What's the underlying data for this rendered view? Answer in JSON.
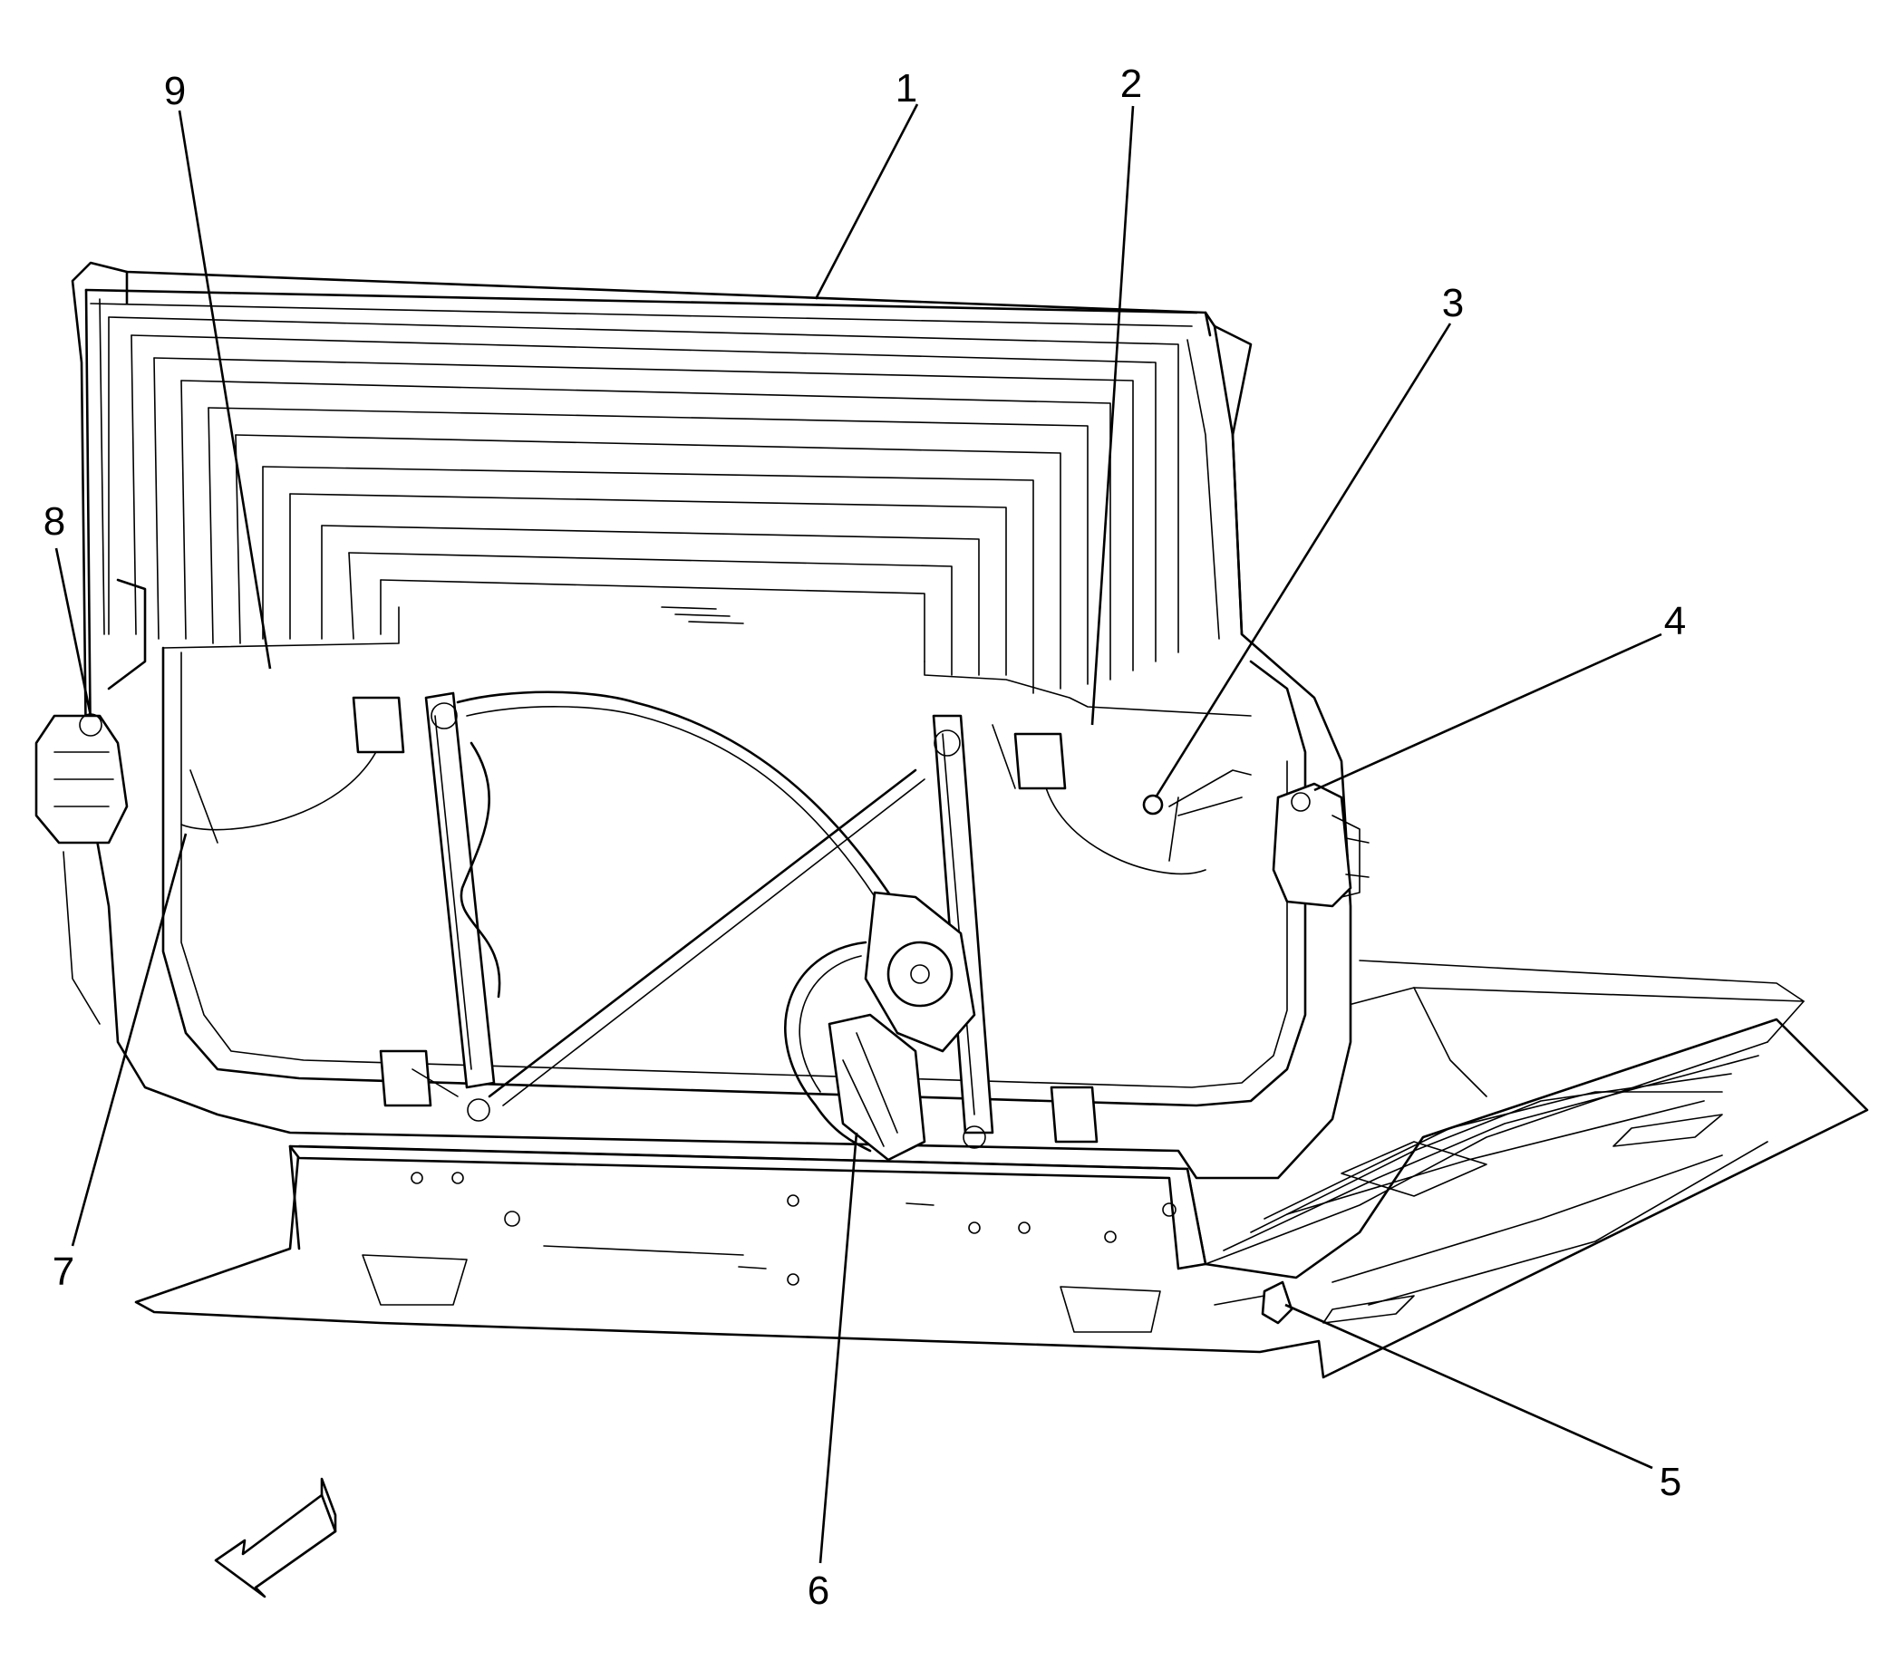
{
  "diagram": {
    "callouts": [
      {
        "id": "1",
        "label": "1"
      },
      {
        "id": "2",
        "label": "2"
      },
      {
        "id": "3",
        "label": "3"
      },
      {
        "id": "4",
        "label": "4"
      },
      {
        "id": "5",
        "label": "5"
      },
      {
        "id": "6",
        "label": "6"
      },
      {
        "id": "7",
        "label": "7"
      },
      {
        "id": "8",
        "label": "8"
      },
      {
        "id": "9",
        "label": "9"
      }
    ],
    "colors": {
      "line": "#000000",
      "background": "#ffffff"
    },
    "icons": {
      "direction_arrow": "arrow-icon"
    }
  }
}
